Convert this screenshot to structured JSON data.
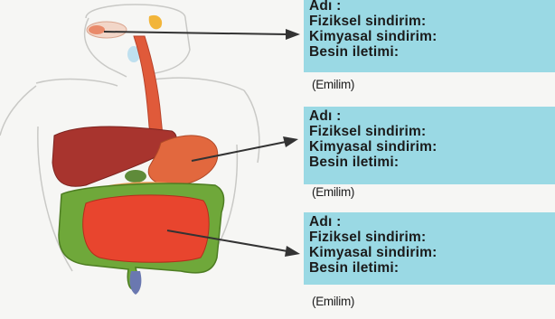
{
  "boxes": [
    {
      "name": "Adı :",
      "physical": "Fiziksel sindirim:",
      "chemical": "Kimyasal sindirim:",
      "transport": "Besin iletimi:",
      "note": "(Emilim)"
    },
    {
      "name": "Adı :",
      "physical": "Fiziksel sindirim:",
      "chemical": "Kimyasal sindirim:",
      "transport": "Besin iletimi:",
      "note": "(Emilim)"
    },
    {
      "name": "Adı :",
      "physical": "Fiziksel sindirim:",
      "chemical": "Kimyasal sindirim:",
      "transport": "Besin iletimi:",
      "note": "(Emilim)"
    }
  ],
  "colors": {
    "box_fill": "#9ad9e4",
    "esophagus": "#e05a3a",
    "liver": "#a8342e",
    "stomach": "#e2683e",
    "small_intestine": "#e8452e",
    "large_intestine": "#6fa83a",
    "arrow": "#333333"
  }
}
